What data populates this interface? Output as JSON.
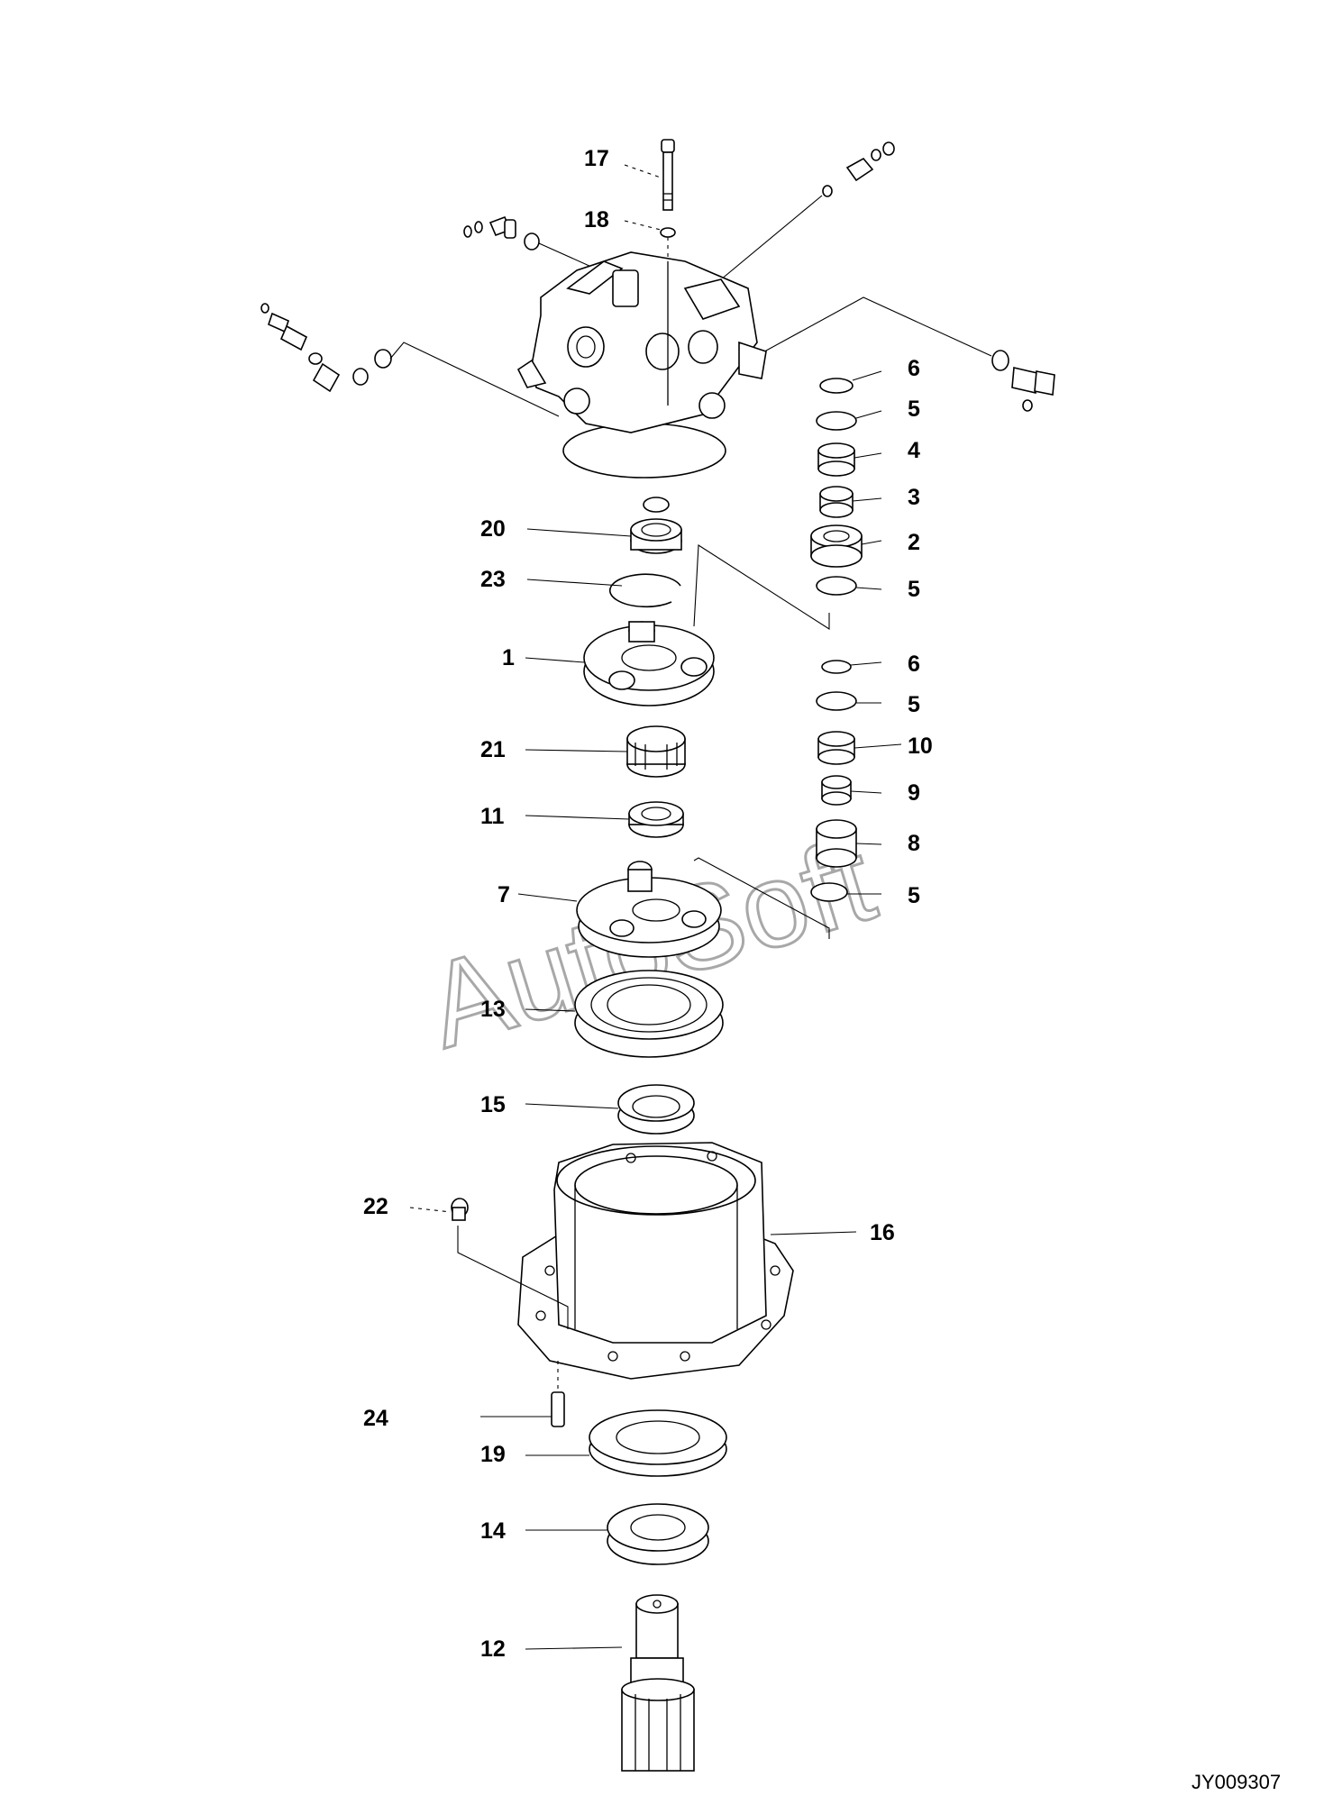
{
  "drawing": {
    "code": "JY009307",
    "watermark": "AutoSoft"
  },
  "callouts": [
    {
      "id": "17",
      "label": "17"
    },
    {
      "id": "18",
      "label": "18"
    },
    {
      "id": "6a",
      "label": "6"
    },
    {
      "id": "5a",
      "label": "5"
    },
    {
      "id": "4",
      "label": "4"
    },
    {
      "id": "3",
      "label": "3"
    },
    {
      "id": "20",
      "label": "20"
    },
    {
      "id": "2",
      "label": "2"
    },
    {
      "id": "23",
      "label": "23"
    },
    {
      "id": "5b",
      "label": "5"
    },
    {
      "id": "1",
      "label": "1"
    },
    {
      "id": "6b",
      "label": "6"
    },
    {
      "id": "5c",
      "label": "5"
    },
    {
      "id": "21",
      "label": "21"
    },
    {
      "id": "10",
      "label": "10"
    },
    {
      "id": "9",
      "label": "9"
    },
    {
      "id": "11",
      "label": "11"
    },
    {
      "id": "8",
      "label": "8"
    },
    {
      "id": "7",
      "label": "7"
    },
    {
      "id": "5d",
      "label": "5"
    },
    {
      "id": "13",
      "label": "13"
    },
    {
      "id": "15",
      "label": "15"
    },
    {
      "id": "22",
      "label": "22"
    },
    {
      "id": "16",
      "label": "16"
    },
    {
      "id": "24",
      "label": "24"
    },
    {
      "id": "19",
      "label": "19"
    },
    {
      "id": "14",
      "label": "14"
    },
    {
      "id": "12",
      "label": "12"
    }
  ]
}
